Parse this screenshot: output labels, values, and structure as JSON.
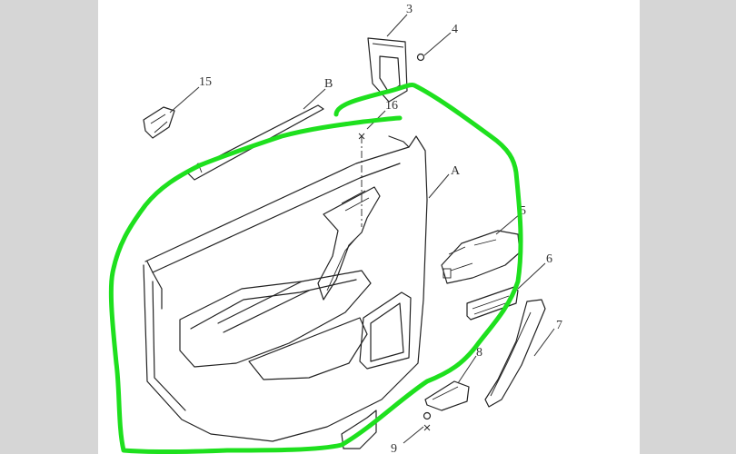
{
  "diagram": {
    "labels": {
      "l3": "3",
      "l4": "4",
      "l15": "15",
      "lB": "B",
      "l16": "16",
      "lA": "A",
      "l5": "5",
      "l6": "6",
      "l7": "7",
      "l8": "8",
      "l9": "9"
    },
    "colors": {
      "background_bars": "#d6d6d6",
      "paper": "#ffffff",
      "line_art": "#222222",
      "highlight": "#1ee01e"
    }
  }
}
